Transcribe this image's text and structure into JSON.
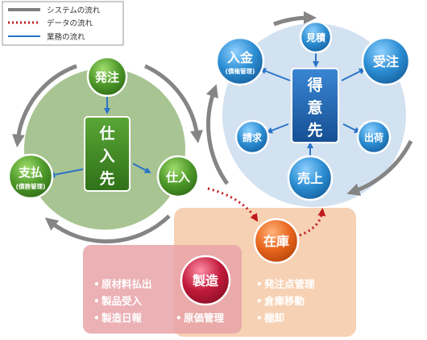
{
  "legend": [
    {
      "label": "システムの流れ",
      "color": "#7f7f7f",
      "style": "solid"
    },
    {
      "label": "データの流れ",
      "color": "#c0181c",
      "style": "dotted"
    },
    {
      "label": "業務の流れ",
      "color": "#2a73c8",
      "style": "solid"
    }
  ],
  "purchase": {
    "center": [
      "仕",
      "入",
      "先"
    ],
    "order": "発注",
    "receive": "仕入",
    "payment": "支払",
    "payment_sub": "(債務管理)"
  },
  "sales": {
    "center": [
      "得",
      "意",
      "先"
    ],
    "estimate": "見積",
    "receipt": "入金",
    "receipt_sub": "(債権管理)",
    "order": "受注",
    "invoice": "請求",
    "shipment": "出荷",
    "sales_node": "売上"
  },
  "manufacturing": {
    "node": "製造",
    "items": [
      "原材料払出",
      "製品受入",
      "製造日報"
    ],
    "cost": "原価管理"
  },
  "inventory": {
    "node": "在庫",
    "items": [
      "発注点管理",
      "倉庫移動",
      "棚卸"
    ]
  },
  "colors": {
    "green_circle": "#a8c492",
    "blue_circle": "#d3e2f1",
    "green_node": "#4f9a2a",
    "blue_node": "#2c8ed3",
    "center_green": "#3f8a26",
    "center_blue": "#1f67b4",
    "red_panel": "#e8a3a8",
    "orange_panel": "#f6c9a6",
    "orange_node": "#e8661e",
    "red_node": "#c21b3a"
  }
}
